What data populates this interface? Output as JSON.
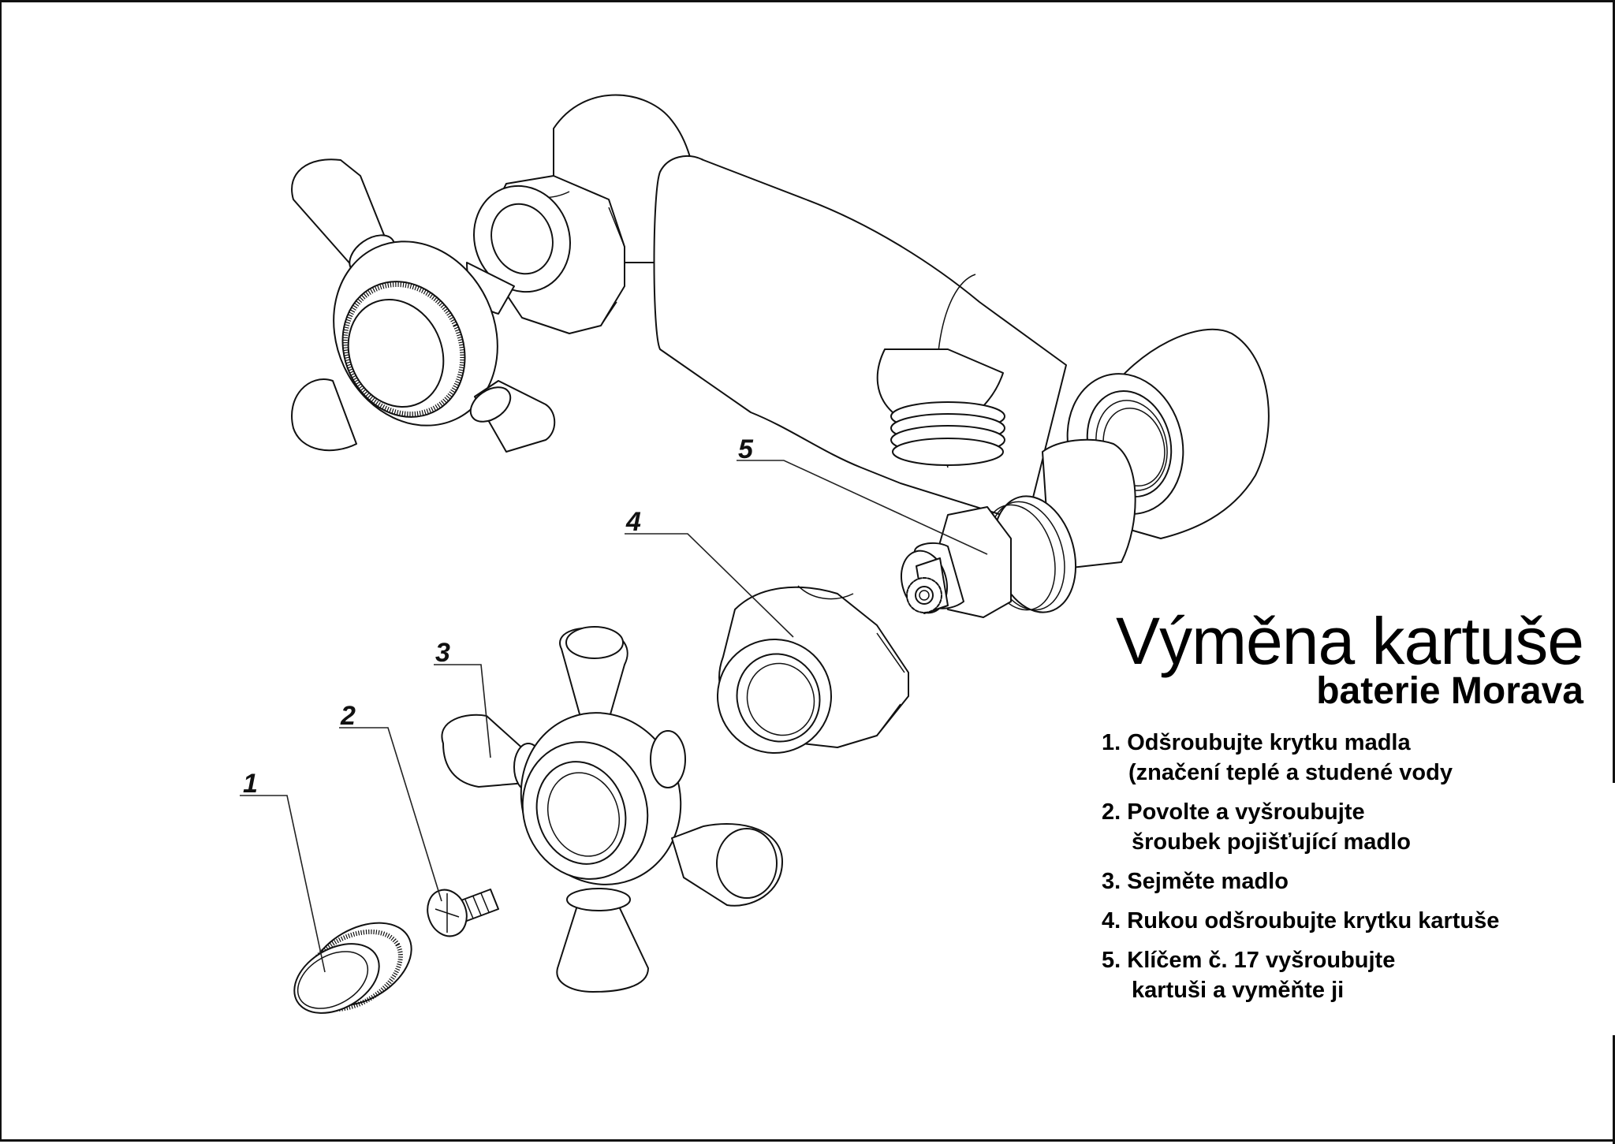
{
  "document": {
    "title": "Výměna kartuše",
    "subtitle": "baterie Morava",
    "steps": [
      {
        "number": "1.",
        "line1": "Odšroubujte krytku madla",
        "line2": "(značení teplé a studené vody"
      },
      {
        "number": "2.",
        "line1": "Povolte a vyšroubujte",
        "line2": "šroubek pojišťující madlo"
      },
      {
        "number": "3.",
        "line1": "Sejměte madlo",
        "line2": ""
      },
      {
        "number": "4.",
        "line1": "Rukou odšroubujte krytku kartuše",
        "line2": ""
      },
      {
        "number": "5.",
        "line1": "Klíčem č. 17 vyšroubujte",
        "line2": "kartuši a vyměňte ji"
      }
    ]
  },
  "diagram": {
    "callouts": [
      {
        "label": "1",
        "part": "handle-cap"
      },
      {
        "label": "2",
        "part": "handle-screw"
      },
      {
        "label": "3",
        "part": "cross-handle"
      },
      {
        "label": "4",
        "part": "cartridge-cover"
      },
      {
        "label": "5",
        "part": "cartridge"
      }
    ],
    "parts": [
      "faucet-body",
      "assembled-valve",
      "handle-cap",
      "handle-screw",
      "cross-handle",
      "cartridge-cover",
      "cartridge"
    ],
    "line_color": "#111111",
    "background_color": "#ffffff"
  }
}
